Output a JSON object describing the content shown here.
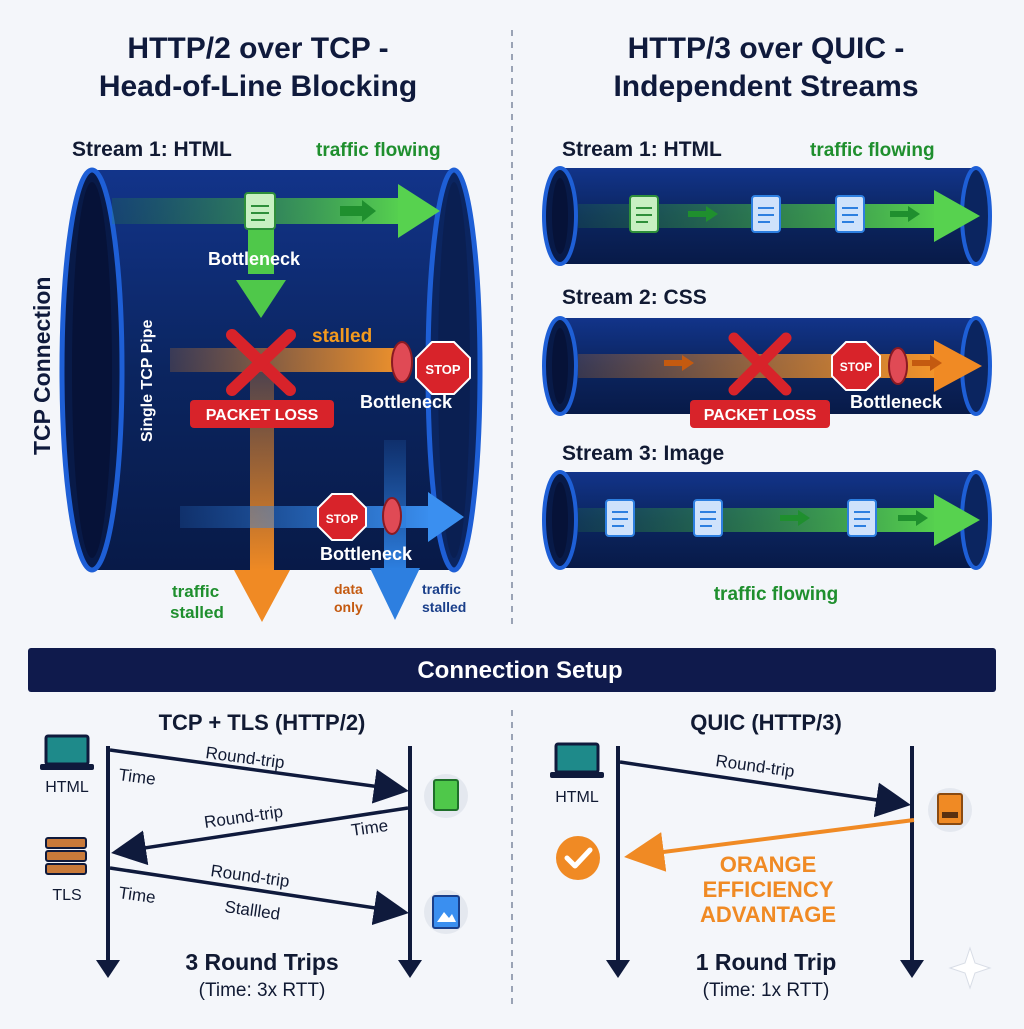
{
  "left": {
    "title_line1": "HTTP/2 over TCP -",
    "title_line2": "Head-of-Line Blocking",
    "stream1_label": "Stream 1: HTML",
    "traffic_flowing": "traffic flowing",
    "bottleneck_1": "Bottleneck",
    "stalled": "stalled",
    "packet_loss": "PACKET LOSS",
    "bottleneck_2": "Bottleneck",
    "bottleneck_3": "Bottleneck",
    "stop_1": "STOP",
    "stop_2": "STOP",
    "tcp_connection": "TCP Connection",
    "single_pipe": "Single TCP Pipe",
    "traffic_stalled_line1": "traffic",
    "traffic_stalled_line2": "stalled",
    "data_only_line1": "data",
    "data_only_line2": "only",
    "traffic_stalled2_line1": "traffic",
    "traffic_stalled2_line2": "stalled"
  },
  "right": {
    "title_line1": "HTTP/3 over QUIC -",
    "title_line2": "Independent Streams",
    "stream1_label": "Stream 1: HTML",
    "traffic_flowing_top": "traffic flowing",
    "stream2_label": "Stream 2: CSS",
    "stop": "STOP",
    "packet_loss": "PACKET LOSS",
    "bottleneck": "Bottleneck",
    "stream3_label": "Stream 3: Image",
    "traffic_flowing_bottom": "traffic flowing"
  },
  "setup": {
    "banner": "Connection Setup",
    "tcp": {
      "title": "TCP + TLS (HTTP/2)",
      "client_html": "HTML",
      "client_tls": "TLS",
      "rt1": "Round-trip",
      "time1": "Time",
      "rt2": "Round-trip",
      "time2": "Time",
      "rt3": "Round-trip",
      "time3": "Time",
      "stalled": "Stallled",
      "summary": "3 Round Trips",
      "summary_sub": "(Time: 3x RTT)"
    },
    "quic": {
      "title": "QUIC (HTTP/3)",
      "client_html": "HTML",
      "rt1": "Round-trip",
      "adv_line1": "ORANGE",
      "adv_line2": "EFFICIENCY",
      "adv_line3": "ADVANTAGE",
      "summary": "1 Round Trip",
      "summary_sub": "(Time: 1x RTT)"
    }
  },
  "colors": {
    "pipe": "#0d2b6b",
    "green": "#4fc84a",
    "orange": "#f08a24",
    "blue": "#2d7fe0",
    "red": "#d8232a",
    "navy": "#0f1a3c"
  }
}
